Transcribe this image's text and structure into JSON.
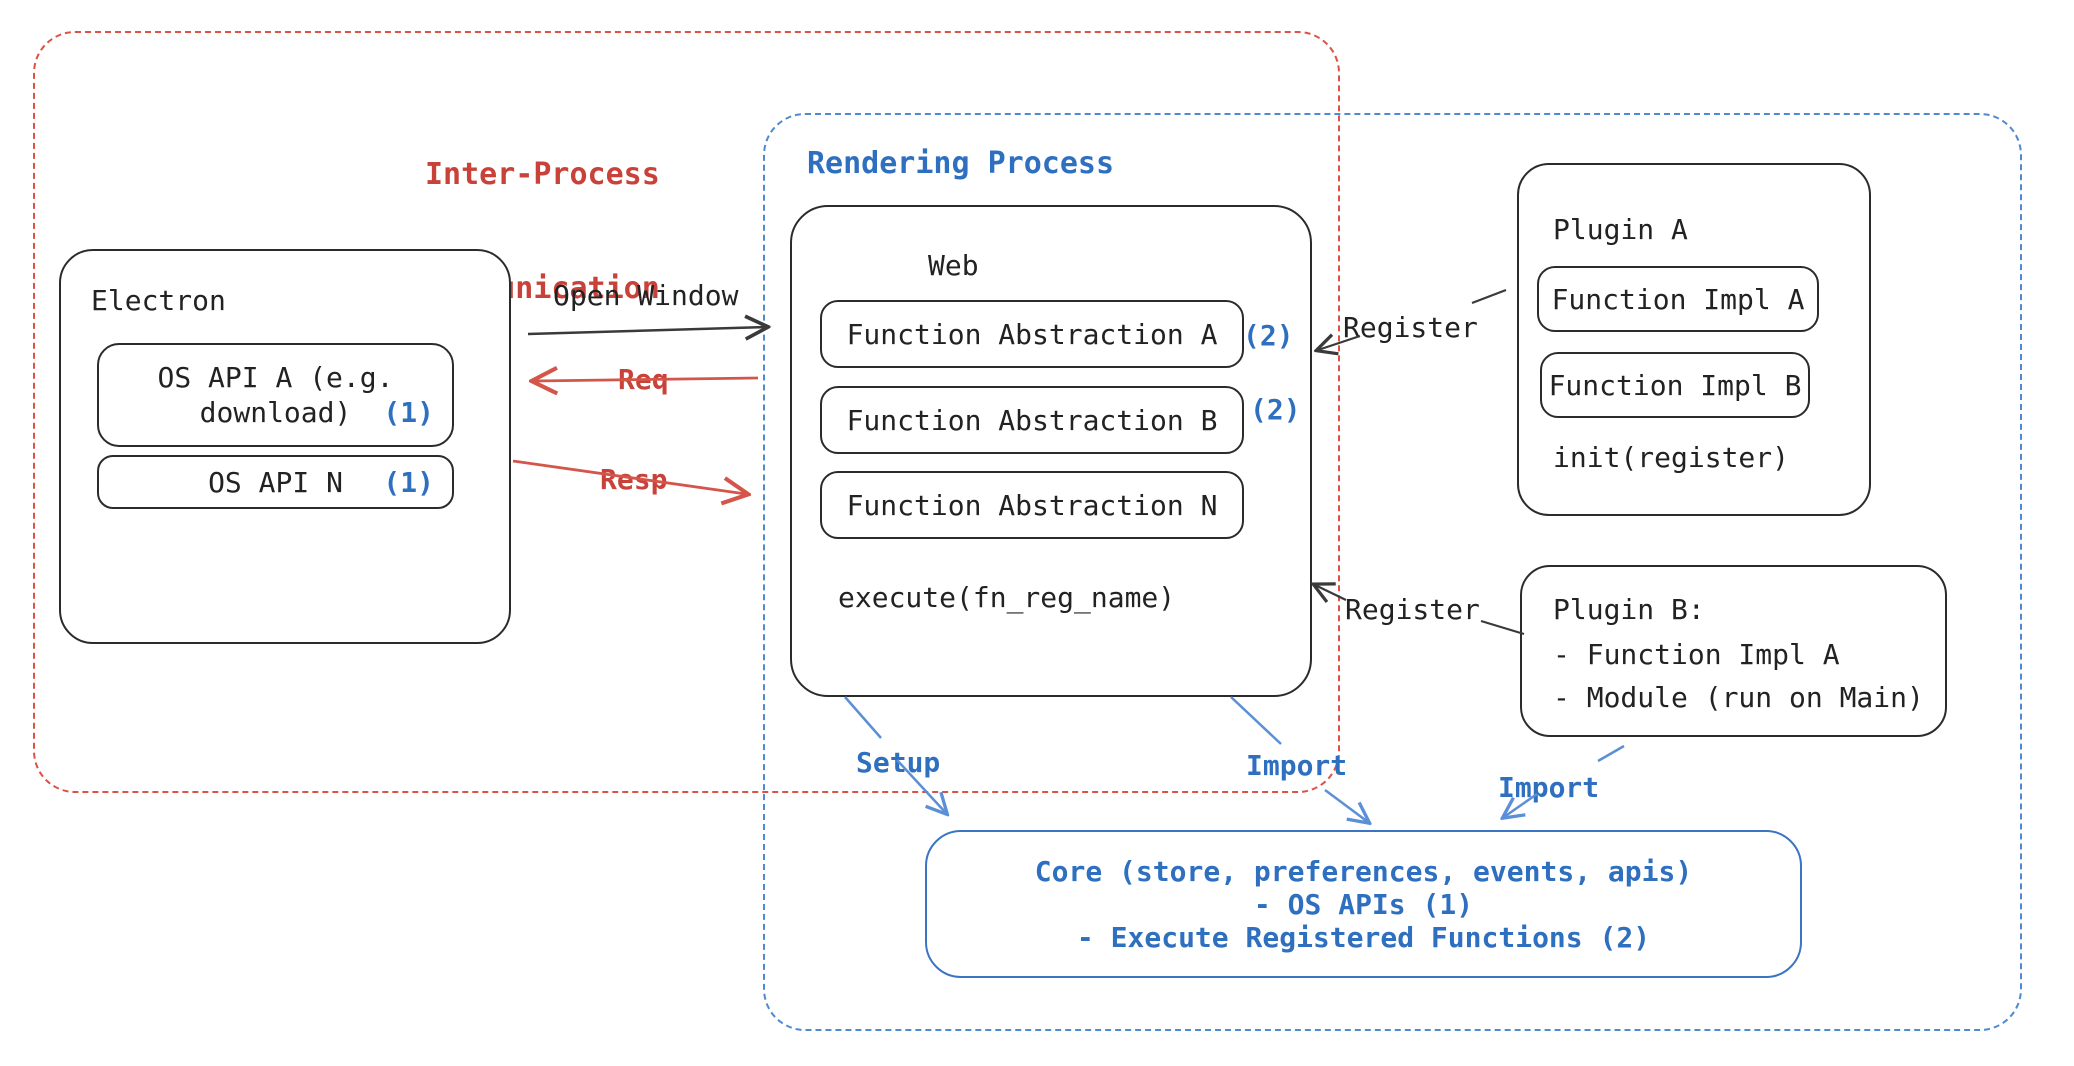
{
  "colors": {
    "red": "#c8423a",
    "blue": "#2e6fc0",
    "black": "#2b2b2b"
  },
  "ipc": {
    "label_line1": "Inter-Process",
    "label_line2": "Communication"
  },
  "rendering": {
    "label": "Rendering Process"
  },
  "electron": {
    "title": "Electron",
    "os_api_a_line1": "OS API A (e.g.",
    "os_api_a_line2": "download)",
    "os_api_a_badge": "(1)",
    "os_api_n": "OS API N",
    "os_api_n_badge": "(1)"
  },
  "web": {
    "title": "Web",
    "fa_a": "Function Abstraction A",
    "fa_a_badge": "(2)",
    "fa_b": "Function Abstraction B",
    "fa_b_badge": "(2)",
    "fa_n": "Function Abstraction N",
    "execute": "execute(fn_reg_name)"
  },
  "plugin_a": {
    "title": "Plugin A",
    "impl_a": "Function Impl A",
    "impl_b": "Function Impl B",
    "init": "init(register)"
  },
  "plugin_b": {
    "title": "Plugin B:",
    "item1": "- Function Impl A",
    "item2": "- Module (run on Main)"
  },
  "core": {
    "line1": "Core (store, preferences, events, apis)",
    "line2": "- OS APIs (1)",
    "line3": "- Execute Registered Functions (2)"
  },
  "arrows": {
    "open_window": "Open Window",
    "req": "Req",
    "resp": "Resp",
    "register_a": "Register",
    "register_b": "Register",
    "setup": "Setup",
    "import_web": "Import",
    "import_plugin": "Import"
  }
}
